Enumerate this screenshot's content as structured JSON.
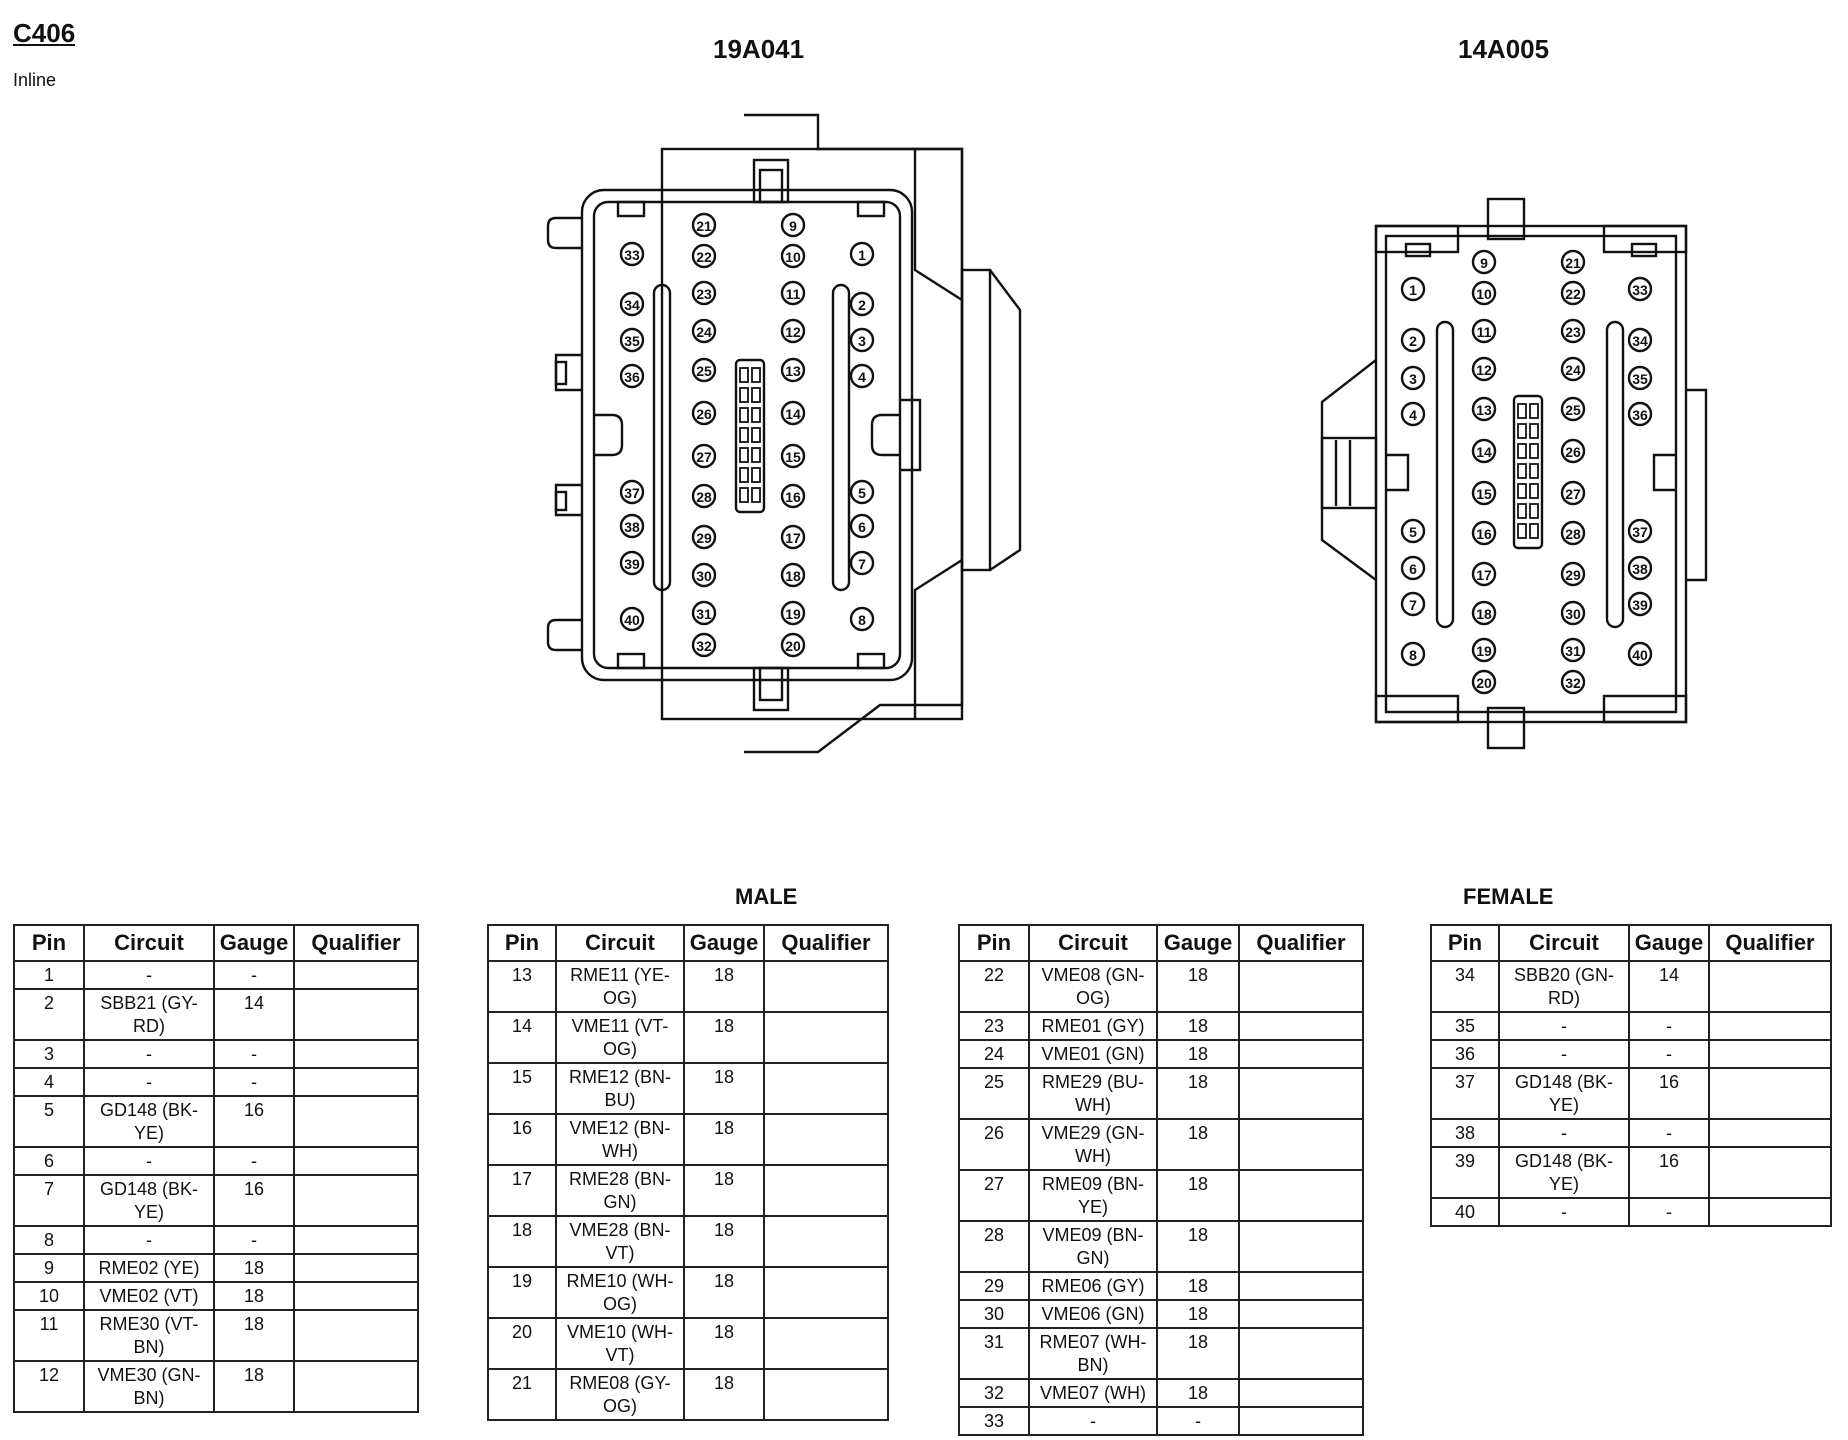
{
  "title": "C406",
  "subtitle": "Inline",
  "connectors": {
    "male_part": "19A041",
    "female_part": "14A005",
    "male_label": "MALE",
    "female_label": "FEMALE"
  },
  "table_headers": {
    "pin": "Pin",
    "circuit": "Circuit",
    "gauge": "Gauge",
    "qualifier": "Qualifier"
  },
  "tables": [
    [
      {
        "pin": "1",
        "circuit": "-",
        "gauge": "-",
        "qualifier": ""
      },
      {
        "pin": "2",
        "circuit": "SBB21 (GY-RD)",
        "gauge": "14",
        "qualifier": ""
      },
      {
        "pin": "3",
        "circuit": "-",
        "gauge": "-",
        "qualifier": ""
      },
      {
        "pin": "4",
        "circuit": "-",
        "gauge": "-",
        "qualifier": ""
      },
      {
        "pin": "5",
        "circuit": "GD148 (BK-YE)",
        "gauge": "16",
        "qualifier": ""
      },
      {
        "pin": "6",
        "circuit": "-",
        "gauge": "-",
        "qualifier": ""
      },
      {
        "pin": "7",
        "circuit": "GD148 (BK-YE)",
        "gauge": "16",
        "qualifier": ""
      },
      {
        "pin": "8",
        "circuit": "-",
        "gauge": "-",
        "qualifier": ""
      },
      {
        "pin": "9",
        "circuit": "RME02 (YE)",
        "gauge": "18",
        "qualifier": ""
      },
      {
        "pin": "10",
        "circuit": "VME02 (VT)",
        "gauge": "18",
        "qualifier": ""
      },
      {
        "pin": "11",
        "circuit": "RME30 (VT-BN)",
        "gauge": "18",
        "qualifier": ""
      },
      {
        "pin": "12",
        "circuit": "VME30 (GN-BN)",
        "gauge": "18",
        "qualifier": ""
      }
    ],
    [
      {
        "pin": "13",
        "circuit": "RME11 (YE-OG)",
        "gauge": "18",
        "qualifier": ""
      },
      {
        "pin": "14",
        "circuit": "VME11 (VT-OG)",
        "gauge": "18",
        "qualifier": ""
      },
      {
        "pin": "15",
        "circuit": "RME12 (BN-BU)",
        "gauge": "18",
        "qualifier": ""
      },
      {
        "pin": "16",
        "circuit": "VME12 (BN-WH)",
        "gauge": "18",
        "qualifier": ""
      },
      {
        "pin": "17",
        "circuit": "RME28 (BN-GN)",
        "gauge": "18",
        "qualifier": ""
      },
      {
        "pin": "18",
        "circuit": "VME28 (BN-VT)",
        "gauge": "18",
        "qualifier": ""
      },
      {
        "pin": "19",
        "circuit": "RME10 (WH-OG)",
        "gauge": "18",
        "qualifier": ""
      },
      {
        "pin": "20",
        "circuit": "VME10 (WH-VT)",
        "gauge": "18",
        "qualifier": ""
      },
      {
        "pin": "21",
        "circuit": "RME08 (GY-OG)",
        "gauge": "18",
        "qualifier": ""
      }
    ],
    [
      {
        "pin": "22",
        "circuit": "VME08 (GN-OG)",
        "gauge": "18",
        "qualifier": ""
      },
      {
        "pin": "23",
        "circuit": "RME01 (GY)",
        "gauge": "18",
        "qualifier": ""
      },
      {
        "pin": "24",
        "circuit": "VME01 (GN)",
        "gauge": "18",
        "qualifier": ""
      },
      {
        "pin": "25",
        "circuit": "RME29 (BU-WH)",
        "gauge": "18",
        "qualifier": ""
      },
      {
        "pin": "26",
        "circuit": "VME29 (GN-WH)",
        "gauge": "18",
        "qualifier": ""
      },
      {
        "pin": "27",
        "circuit": "RME09 (BN-YE)",
        "gauge": "18",
        "qualifier": ""
      },
      {
        "pin": "28",
        "circuit": "VME09 (BN-GN)",
        "gauge": "18",
        "qualifier": ""
      },
      {
        "pin": "29",
        "circuit": "RME06 (GY)",
        "gauge": "18",
        "qualifier": ""
      },
      {
        "pin": "30",
        "circuit": "VME06 (GN)",
        "gauge": "18",
        "qualifier": ""
      },
      {
        "pin": "31",
        "circuit": "RME07 (WH-BN)",
        "gauge": "18",
        "qualifier": ""
      },
      {
        "pin": "32",
        "circuit": "VME07 (WH)",
        "gauge": "18",
        "qualifier": ""
      },
      {
        "pin": "33",
        "circuit": "-",
        "gauge": "-",
        "qualifier": ""
      }
    ],
    [
      {
        "pin": "34",
        "circuit": "SBB20 (GN-RD)",
        "gauge": "14",
        "qualifier": ""
      },
      {
        "pin": "35",
        "circuit": "-",
        "gauge": "-",
        "qualifier": ""
      },
      {
        "pin": "36",
        "circuit": "-",
        "gauge": "-",
        "qualifier": ""
      },
      {
        "pin": "37",
        "circuit": "GD148 (BK-YE)",
        "gauge": "16",
        "qualifier": ""
      },
      {
        "pin": "38",
        "circuit": "-",
        "gauge": "-",
        "qualifier": ""
      },
      {
        "pin": "39",
        "circuit": "GD148 (BK-YE)",
        "gauge": "16",
        "qualifier": ""
      },
      {
        "pin": "40",
        "circuit": "-",
        "gauge": "-",
        "qualifier": ""
      }
    ]
  ],
  "diagram_pins": {
    "male": {
      "col1": [
        "33",
        "34",
        "35",
        "36",
        "37",
        "38",
        "39",
        "40"
      ],
      "col2": [
        "21",
        "22",
        "23",
        "24",
        "25",
        "26",
        "27",
        "28",
        "29",
        "30",
        "31",
        "32"
      ],
      "col3": [
        "9",
        "10",
        "11",
        "12",
        "13",
        "14",
        "15",
        "16",
        "17",
        "18",
        "19",
        "20"
      ],
      "col4": [
        "1",
        "2",
        "3",
        "4",
        "5",
        "6",
        "7",
        "8"
      ]
    },
    "female": {
      "col1": [
        "1",
        "2",
        "3",
        "4",
        "5",
        "6",
        "7",
        "8"
      ],
      "col2": [
        "9",
        "10",
        "11",
        "12",
        "13",
        "14",
        "15",
        "16",
        "17",
        "18",
        "19",
        "20"
      ],
      "col3": [
        "21",
        "22",
        "23",
        "24",
        "25",
        "26",
        "27",
        "28",
        "29",
        "30",
        "31",
        "32"
      ],
      "col4": [
        "33",
        "34",
        "35",
        "36",
        "37",
        "38",
        "39",
        "40"
      ]
    }
  }
}
